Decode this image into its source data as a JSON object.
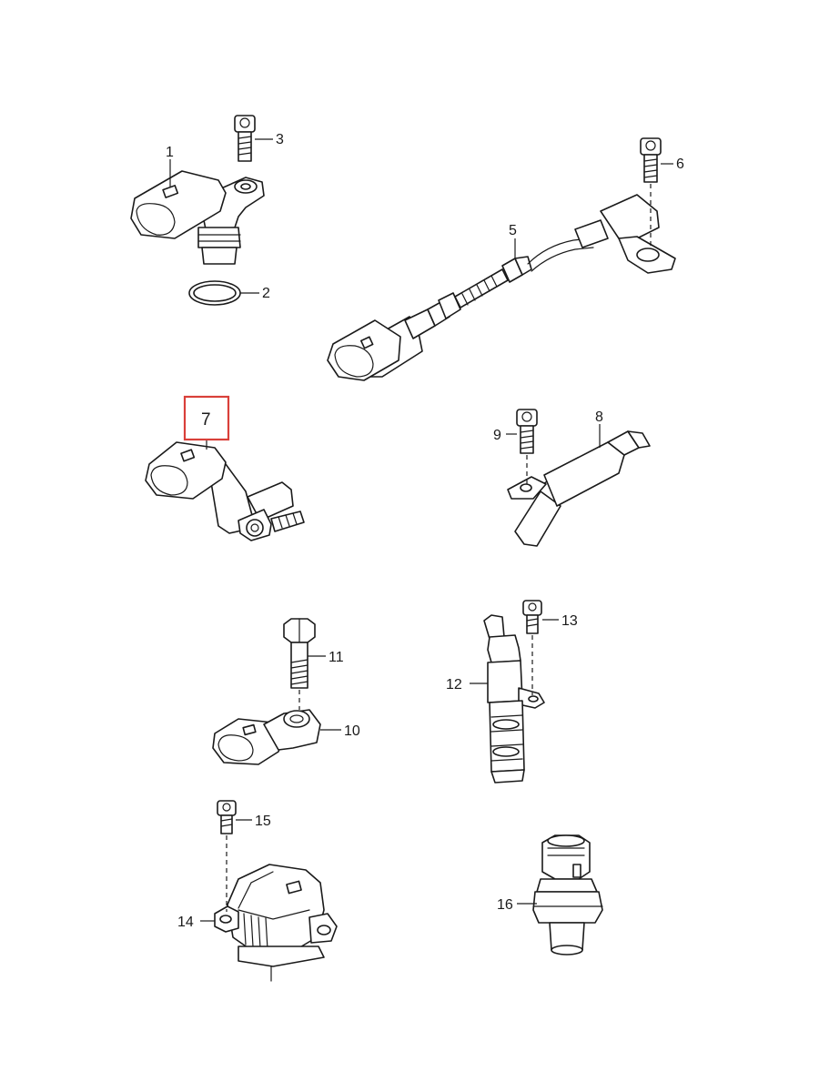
{
  "diagram": {
    "highlight_color": "#d9403a",
    "highlighted_callout": "7",
    "parts": [
      {
        "callout": "1",
        "icon": "camshaft-sensor-icon"
      },
      {
        "callout": "2",
        "icon": "o-ring-icon"
      },
      {
        "callout": "3",
        "icon": "bolt-icon"
      },
      {
        "callout": "5",
        "icon": "sensor-with-cable-icon"
      },
      {
        "callout": "6",
        "icon": "bolt-icon"
      },
      {
        "callout": "7",
        "icon": "crankshaft-sensor-icon"
      },
      {
        "callout": "8",
        "icon": "speed-sensor-icon"
      },
      {
        "callout": "9",
        "icon": "bolt-icon"
      },
      {
        "callout": "10",
        "icon": "knock-sensor-icon"
      },
      {
        "callout": "11",
        "icon": "bolt-icon"
      },
      {
        "callout": "12",
        "icon": "solenoid-valve-icon"
      },
      {
        "callout": "13",
        "icon": "bolt-icon"
      },
      {
        "callout": "14",
        "icon": "pressure-sensor-icon"
      },
      {
        "callout": "15",
        "icon": "bolt-icon"
      },
      {
        "callout": "16",
        "icon": "pressure-switch-icon"
      }
    ]
  }
}
